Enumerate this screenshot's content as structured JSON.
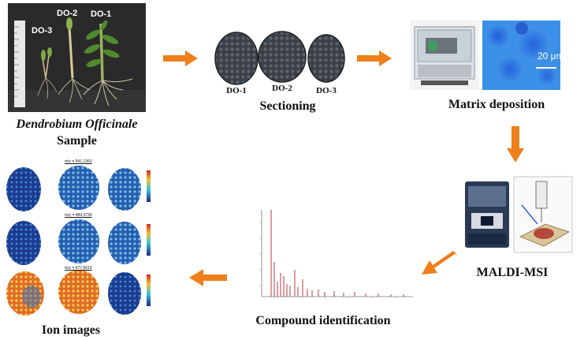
{
  "colors": {
    "arrow": "#ef7f1a",
    "photo_bg": "#2b2b2b",
    "section_dark": "#3a3f45",
    "ion_low": "#1a3a8c",
    "ion_high": "#e23a1c",
    "spectrum": "#b0262c",
    "matrix_blue": "#2f74d6"
  },
  "plant_photo": {
    "labels": [
      "DO-3",
      "DO-2",
      "DO-1"
    ],
    "caption_species": "Dendrobium Officinale",
    "caption_sample": "Sample"
  },
  "sectioning": {
    "labels": [
      "DO-1",
      "DO-2",
      "DO-3"
    ],
    "caption": "Sectioning"
  },
  "matrix": {
    "scale_bar": "20 μm",
    "caption": "Matrix deposition"
  },
  "maldi": {
    "caption": "MALDI-MSI"
  },
  "compound": {
    "caption": "Compound identification"
  },
  "ion_images": {
    "caption": "Ion images",
    "row_labels": [
      "m/z = 541.1363",
      "m/z = 489.3739",
      "m/z = 477.6619"
    ]
  },
  "icons": [
    "arrow-right-icon",
    "arrow-down-icon",
    "arrow-down-left-icon",
    "arrow-left-icon"
  ]
}
